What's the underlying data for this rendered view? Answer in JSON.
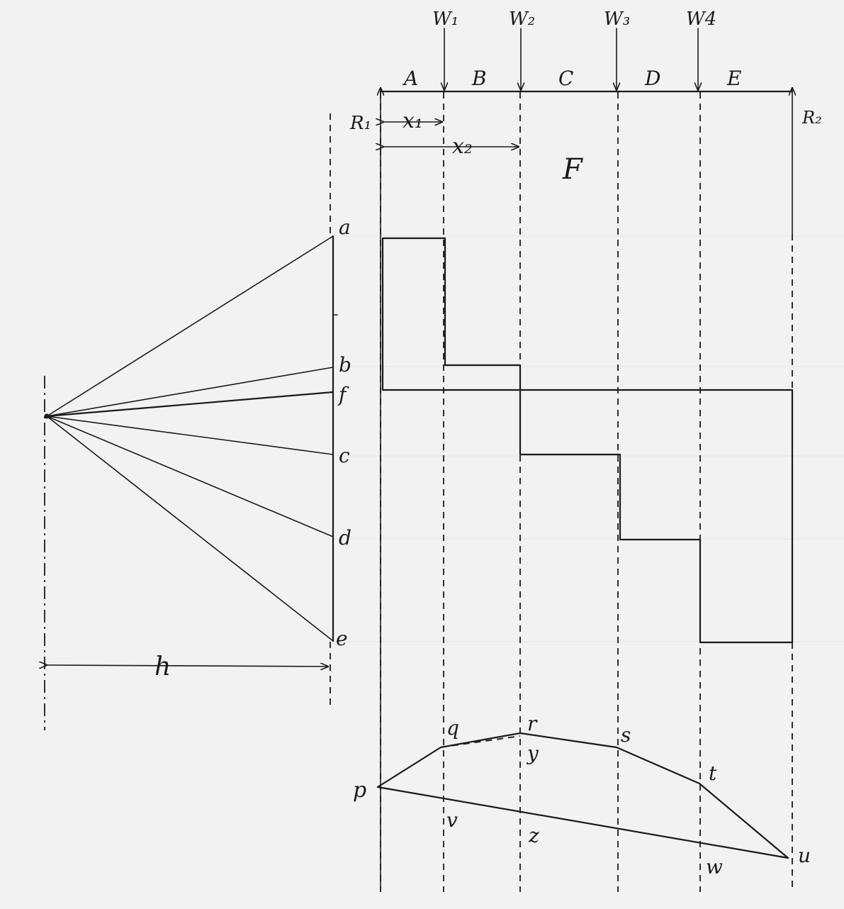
{
  "loads": [
    "W₁",
    "W₂",
    "W₃",
    "W4"
  ],
  "spans": [
    "A",
    "B",
    "C",
    "D",
    "E"
  ],
  "reactions": [
    "R₁",
    "R₂"
  ],
  "distances": [
    "x₁",
    "x₂"
  ],
  "force_diagram_label": "F",
  "vector_points": [
    "a",
    "b",
    "f",
    "c",
    "d",
    "e"
  ],
  "pole_distance_label": "h",
  "polygon_points": [
    "p",
    "q",
    "r",
    "s",
    "t",
    "u"
  ],
  "closing_points": [
    "y",
    "v",
    "z",
    "w"
  ],
  "colors": {
    "ink": "#1a1a1a",
    "paper": "#f2f2f2"
  }
}
